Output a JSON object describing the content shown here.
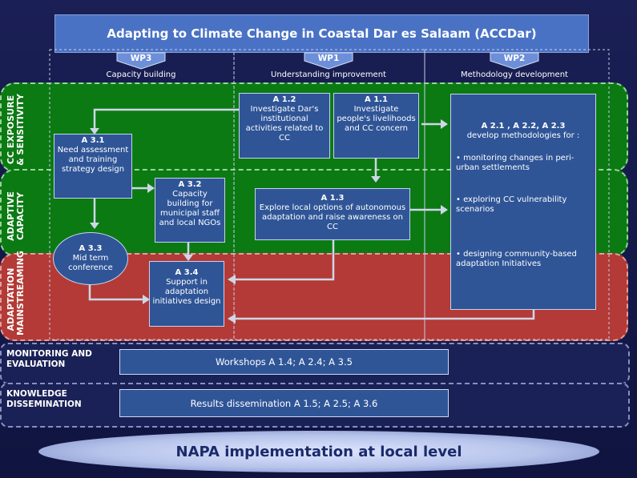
{
  "header": {
    "title": "Adapting to Climate Change in Coastal Dar es Salaam (ACCDar)"
  },
  "columns": [
    {
      "tag": "WP3",
      "label": "Capacity building"
    },
    {
      "tag": "WP1",
      "label": "Understanding improvement"
    },
    {
      "tag": "WP2",
      "label": "Methodology development"
    }
  ],
  "rows": {
    "exposure": "CC EXPOSURE & SENSITIVITY",
    "adaptive": "ADAPTIVE CAPACITY",
    "mainstreaming": "ADAPTATION MAINSTREAMING"
  },
  "boxes": {
    "a12": {
      "id": "A 1.2",
      "text": "Investigate Dar's institutional activities related to CC"
    },
    "a11": {
      "id": "A 1.1",
      "text": "Investigate people's livelihoods and CC concern"
    },
    "a31": {
      "id": "A 3.1",
      "text": "Need assessment and training strategy design"
    },
    "a32": {
      "id": "A 3.2",
      "text": "Capacity building for municipal staff and local NGOs"
    },
    "a13": {
      "id": "A 1.3",
      "text": "Explore local options of autonomous adaptation and raise awareness on CC"
    },
    "a33": {
      "id": "A 3.3",
      "text": "Mid term conference"
    },
    "a34": {
      "id": "A 3.4",
      "text": "Support in adaptation initiatives design"
    },
    "wp2box": {
      "id": "A 2.1 , A 2.2, A 2.3",
      "intro": "develop methodologies for :",
      "items": [
        "• monitoring changes in peri-urban settlements",
        "• exploring CC vulnerability scenarios",
        "• designing community-based adaptation Initiatives"
      ]
    }
  },
  "bottom": {
    "monitoring_label": "MONITORING AND EVALUATION",
    "monitoring_text": "Workshops A 1.4; A 2.4; A 3.5",
    "knowledge_label": "KNOWLEDGE DISSEMINATION",
    "knowledge_text": "Results dissemination A 1.5; A 2.5; A 3.6",
    "napa": "NAPA implementation at local level"
  },
  "colors": {
    "green": "#0b7a13",
    "red": "#b33a36",
    "box": "#2f5597",
    "header": "#4a72c4"
  }
}
